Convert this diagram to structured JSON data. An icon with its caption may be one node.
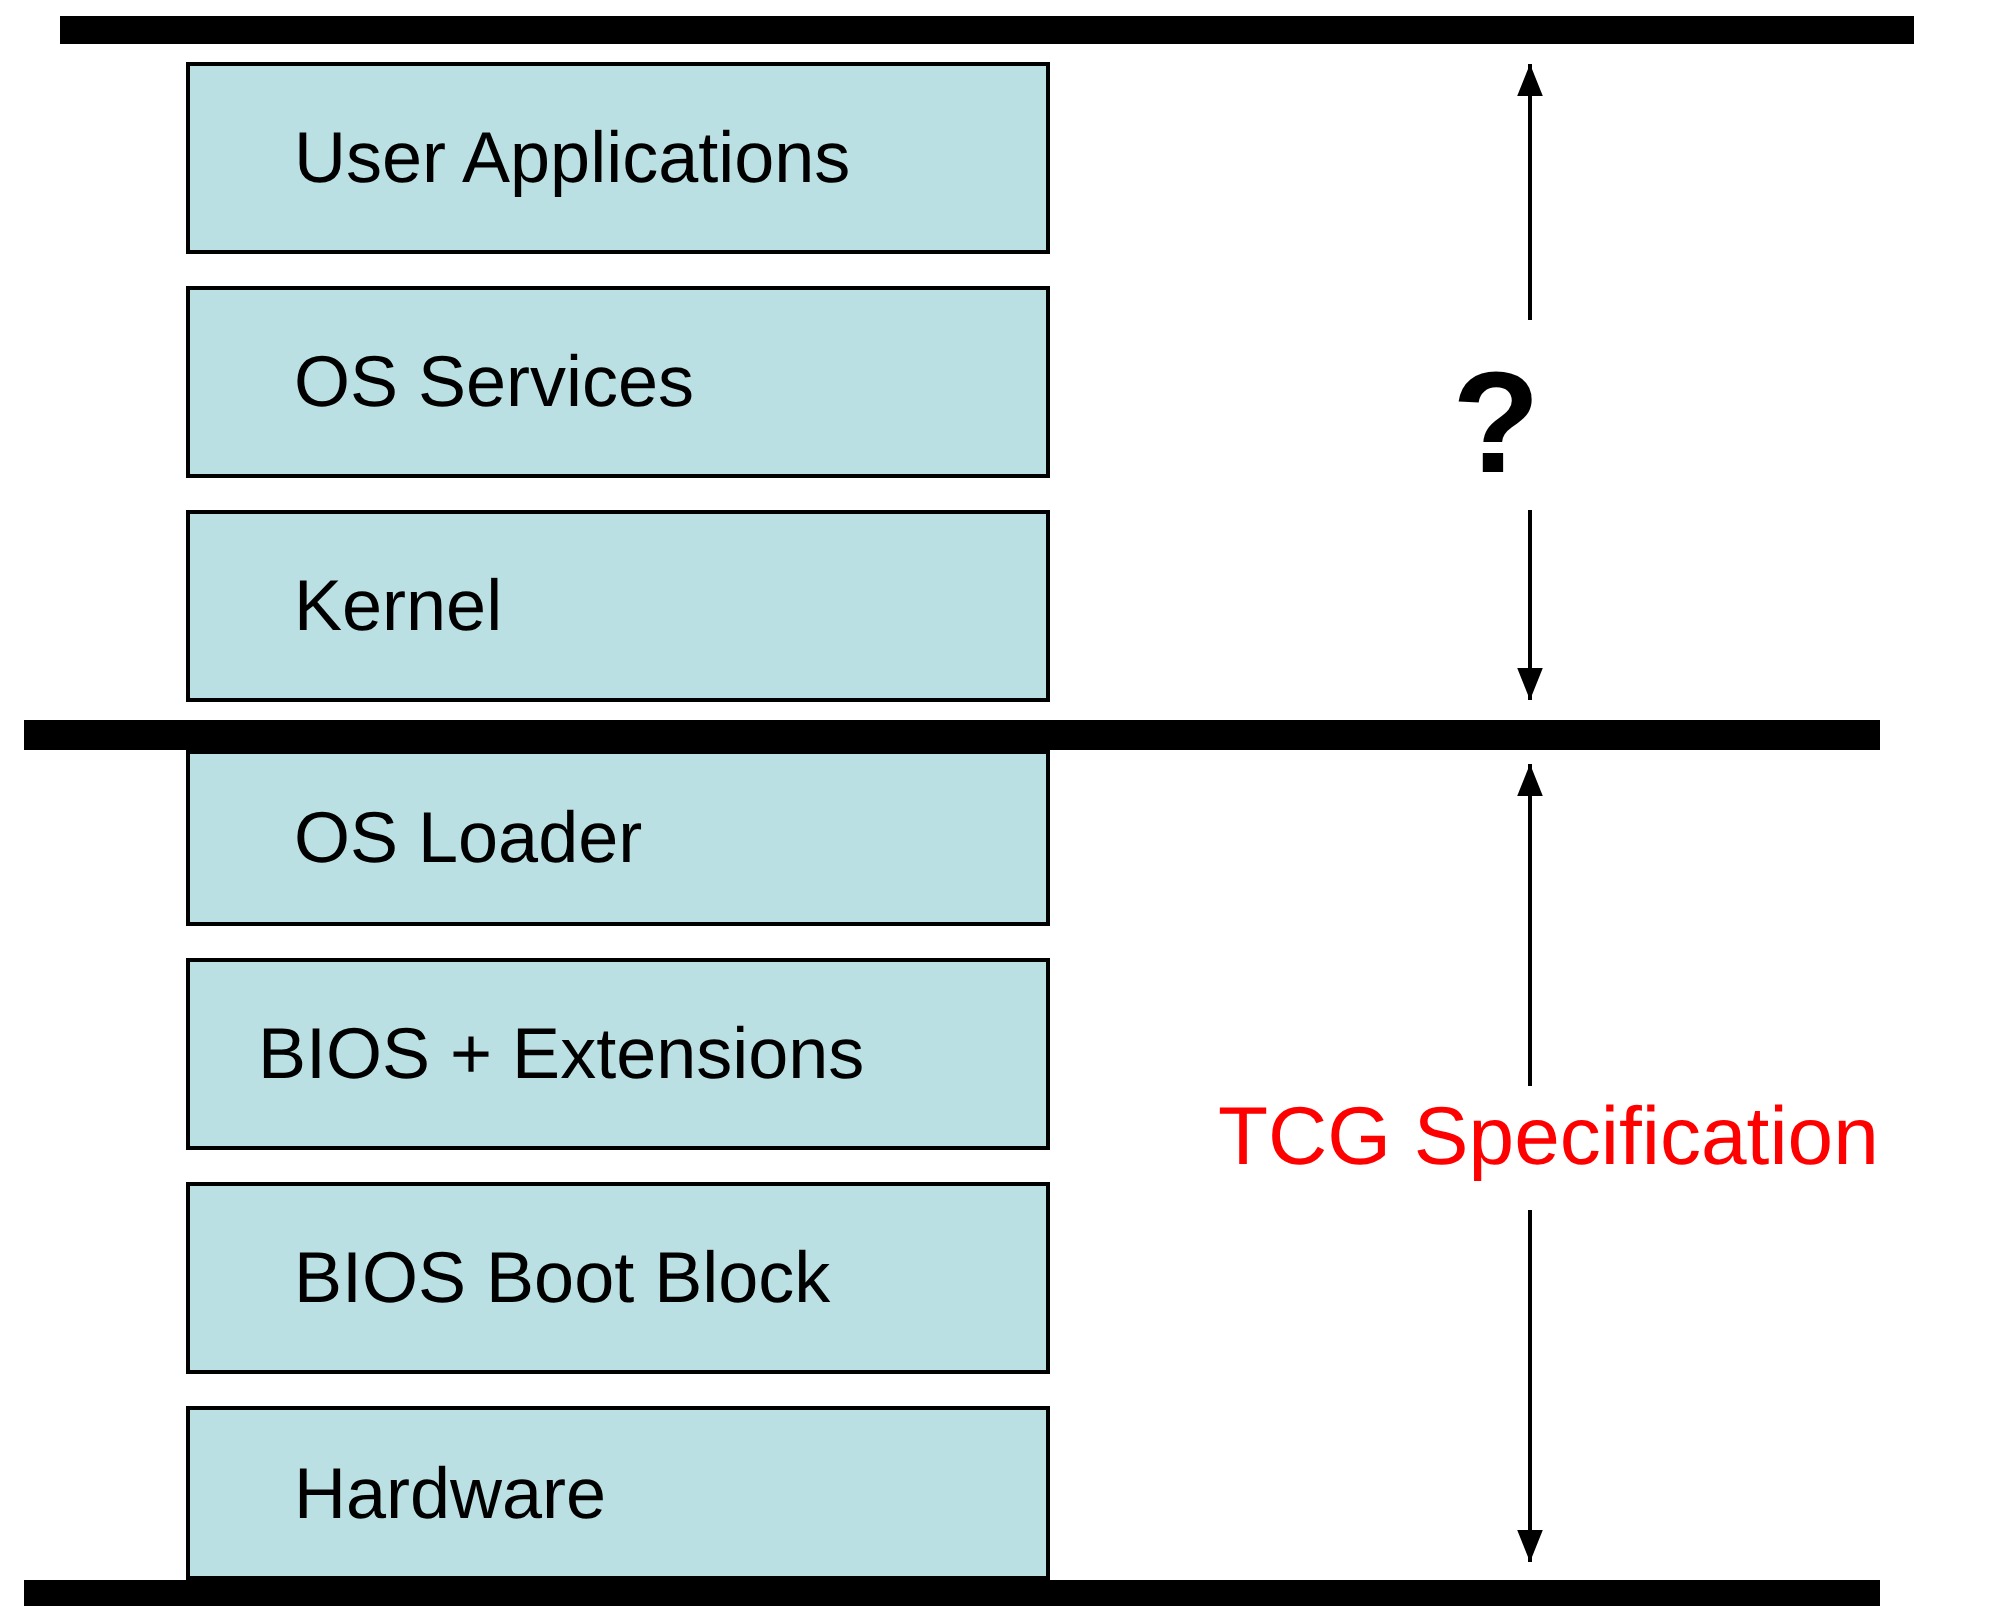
{
  "diagram": {
    "nodes": [
      {
        "text": [],
        "shape": "bar"
      },
      {
        "text": [
          "User Applications"
        ]
      },
      {
        "text": [
          "OS Services"
        ]
      },
      {
        "text": [
          "Kernel"
        ]
      },
      {
        "text": [],
        "shape": "bar"
      },
      {
        "text": [
          "OS Loader"
        ]
      },
      {
        "text": [
          "BIOS + Extensions"
        ]
      },
      {
        "text": [
          "BIOS Boot Block"
        ]
      },
      {
        "text": [
          "Hardware"
        ]
      },
      {
        "text": [],
        "shape": "bar"
      }
    ],
    "labels": [
      "?",
      "TCG Specification"
    ]
  }
}
